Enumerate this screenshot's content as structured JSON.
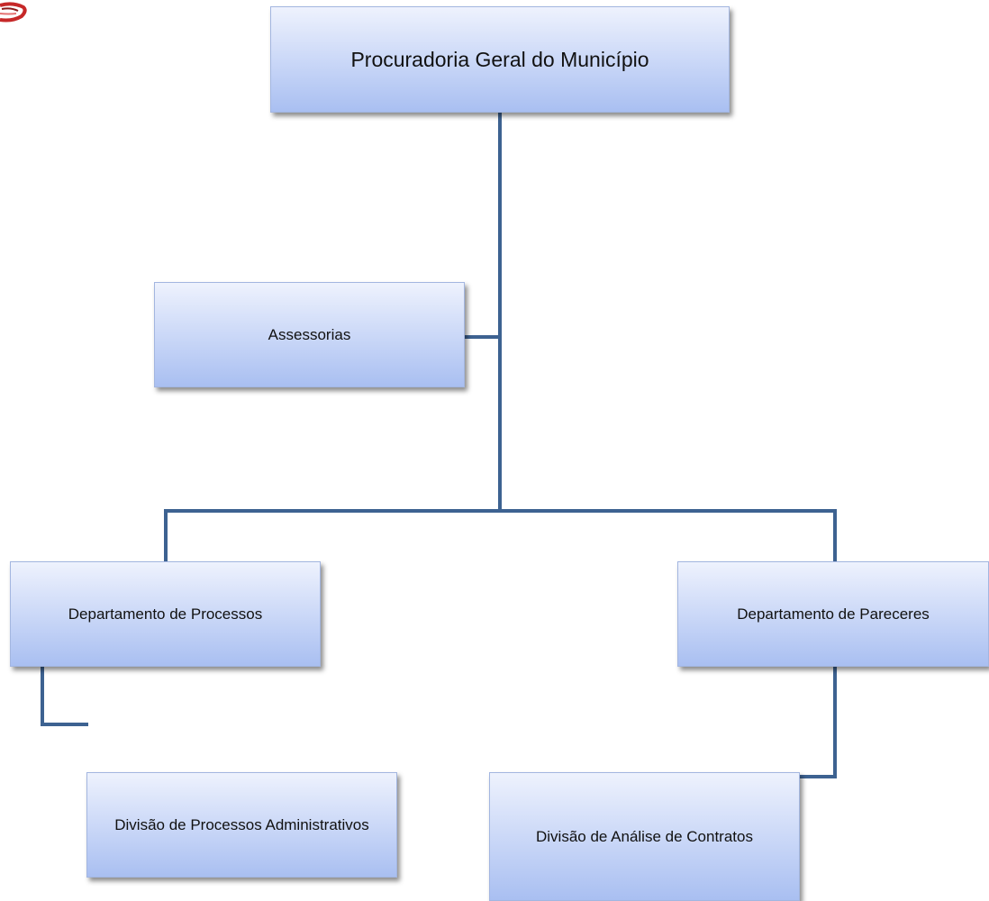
{
  "nodes": {
    "root": "Procuradoria Geral do Município",
    "assessorias": "Assessorias",
    "dept_processos": "Departamento de Processos",
    "dept_pareceres": "Departamento de Pareceres",
    "div_processos": "Divisão de Processos Administrativos",
    "div_contratos": "Divisão de Análise de Contratos"
  },
  "colors": {
    "connector": "#3d6291",
    "box_top": "#eef2fd",
    "box_bottom": "#a9bff1",
    "logo_red": "#c62828"
  }
}
